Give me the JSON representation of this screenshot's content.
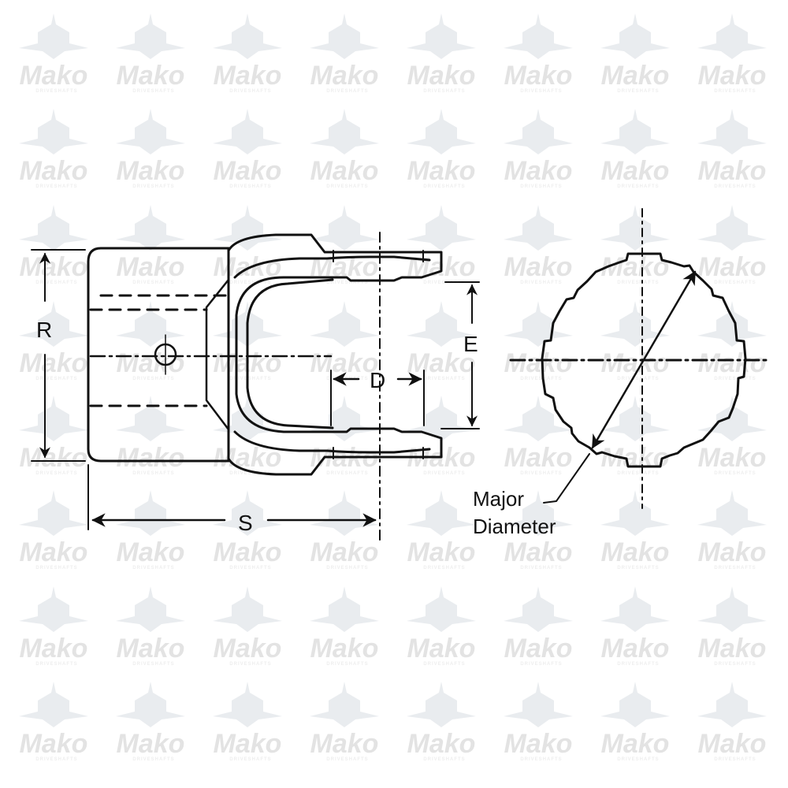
{
  "watermark": {
    "brand": "Mako",
    "tagline": "DRIVESHAFTS",
    "icon": "shark-head-icon",
    "color": "#e3e3e3",
    "icon_color": "#e9ecef",
    "columns_x": [
      68,
      191,
      314,
      437,
      560,
      683,
      806,
      929
    ],
    "rows_y": [
      95,
      216,
      338,
      460,
      580,
      700,
      822,
      943
    ]
  },
  "diagram": {
    "title": "End yoke dimension drawing",
    "line_color": "#111111",
    "labels": {
      "R": "R",
      "S": "S",
      "D": "D",
      "E": "E",
      "major_diameter_line1": "Major",
      "major_diameter_line2": "Diameter"
    }
  }
}
